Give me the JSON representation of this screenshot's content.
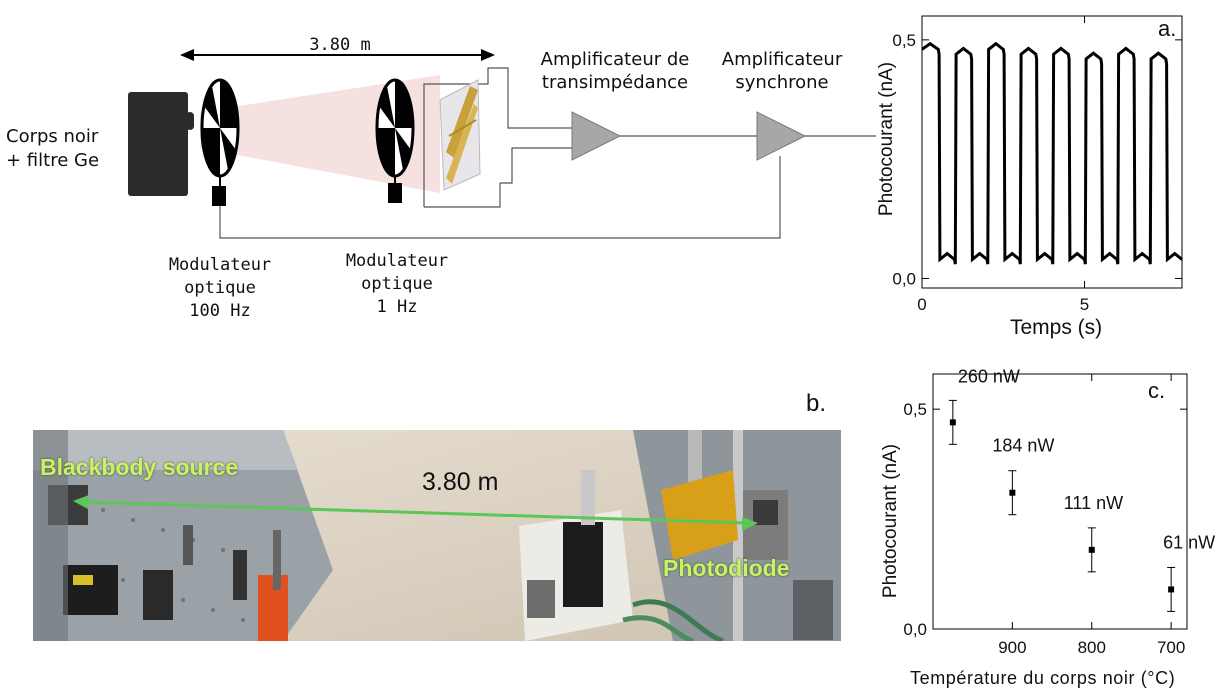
{
  "setup": {
    "distance_label": "3.80 m",
    "source_label_line1": "Corps noir",
    "source_label_line2": "+ filtre Ge",
    "mod1_line1": "Modulateur",
    "mod1_line2": "optique",
    "mod1_line3": "100 Hz",
    "mod2_line1": "Modulateur",
    "mod2_line2": "optique",
    "mod2_line3": "1 Hz",
    "amp1_line1": "Amplificateur de",
    "amp1_line2": "transimpédance",
    "amp2_line1": "Amplificateur",
    "amp2_line2": "synchrone"
  },
  "panel_a": {
    "panel_label": "a.",
    "ylabel": "Photocourant (nA)",
    "xlabel": "Temps (s)",
    "yticks": [
      "0,0",
      "0,5"
    ],
    "xticks": [
      "0",
      "5"
    ]
  },
  "panel_b": {
    "panel_label": "b.",
    "source_label": "Blackbody source",
    "distance_label": "3.80 m",
    "detector_label": "Photodiode"
  },
  "panel_c": {
    "panel_label": "c.",
    "ylabel": "Photocourant (nA)",
    "xlabel": "Température du corps noir (°C)",
    "yticks": [
      "0,0",
      "0,5"
    ],
    "xticks": [
      "900",
      "800",
      "700"
    ],
    "annotations": [
      "260 nW",
      "184 nW",
      "111 nW",
      "61 nW"
    ]
  },
  "chart_data": [
    {
      "type": "line",
      "title": "",
      "xlabel": "Temps (s)",
      "ylabel": "Photocourant (nA)",
      "xlim": [
        0,
        8
      ],
      "ylim": [
        -0.02,
        0.55
      ],
      "series": [
        {
          "description": "square wave, 1 Hz modulation",
          "x": [
            0,
            0.5,
            0.55,
            1.0,
            1.05,
            1.5,
            1.55,
            2.0,
            2.05,
            2.5,
            2.55,
            3.0,
            3.05,
            3.5,
            3.55,
            4.0,
            4.05,
            4.5,
            4.55,
            5.0,
            5.05,
            5.5,
            5.55,
            6.0,
            6.05,
            6.5,
            6.55,
            7.0,
            7.05,
            7.5,
            7.55,
            8.0
          ],
          "y": [
            0.48,
            0.48,
            0.04,
            0.04,
            0.47,
            0.47,
            0.04,
            0.04,
            0.48,
            0.48,
            0.04,
            0.04,
            0.47,
            0.47,
            0.04,
            0.04,
            0.47,
            0.47,
            0.04,
            0.04,
            0.46,
            0.46,
            0.04,
            0.04,
            0.47,
            0.47,
            0.04,
            0.04,
            0.46,
            0.46,
            0.04,
            0.04
          ]
        }
      ],
      "grid": false
    },
    {
      "type": "scatter",
      "title": "",
      "xlabel": "Température du corps noir (°C)",
      "ylabel": "Photocourant (nA)",
      "xlim": [
        1000,
        680
      ],
      "ylim": [
        0,
        0.58
      ],
      "x_reversed": true,
      "series": [
        {
          "x": [
            975,
            900,
            800,
            700
          ],
          "y": [
            0.47,
            0.31,
            0.18,
            0.09
          ],
          "yerr": [
            0.05,
            0.05,
            0.05,
            0.05
          ],
          "labels": [
            "260 nW",
            "184 nW",
            "111 nW",
            "61 nW"
          ]
        }
      ],
      "grid": false
    }
  ]
}
